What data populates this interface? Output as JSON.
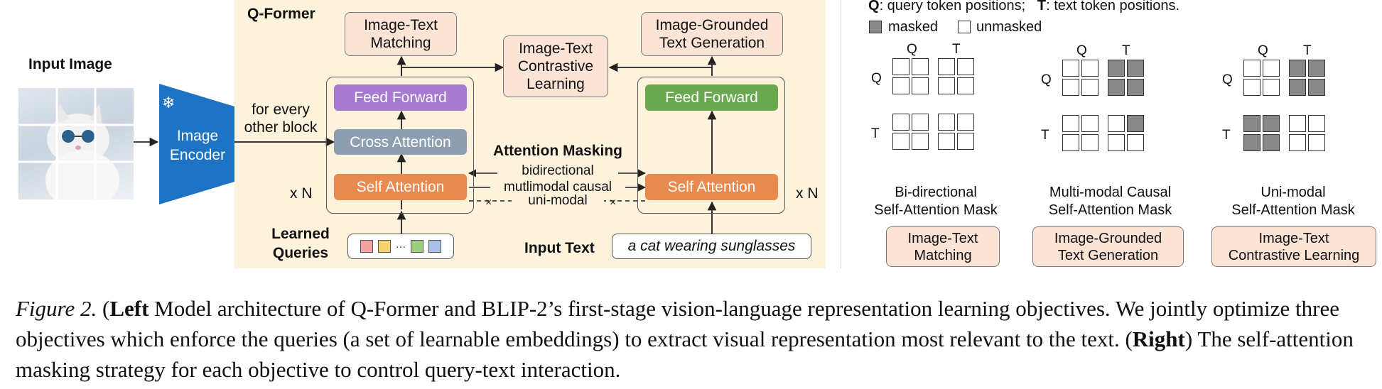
{
  "left": {
    "input_image_label": "Input Image",
    "qformer_title": "Q-Former",
    "image_encoder": [
      "Image",
      "Encoder"
    ],
    "for_every_other_block": [
      "for every",
      "other block"
    ],
    "xN": "x N",
    "objectives": {
      "itm": [
        "Image-Text",
        "Matching"
      ],
      "itc": [
        "Image-Text",
        "Contrastive",
        "Learning"
      ],
      "itg": [
        "Image-Grounded",
        "Text Generation"
      ]
    },
    "query_branch": {
      "feed_forward": "Feed Forward",
      "cross_attention": "Cross Attention",
      "self_attention": "Self Attention"
    },
    "text_branch": {
      "feed_forward": "Feed Forward",
      "self_attention": "Self Attention"
    },
    "attention_masking": {
      "title": "Attention Masking",
      "bidirectional": "bidirectional",
      "multimodal_causal": "mutlimodal causal",
      "unimodal": "uni-modal"
    },
    "learned_queries": [
      "Learned",
      "Queries"
    ],
    "query_colors": [
      "#f4a4a0",
      "#f5d26a",
      "#9ccf82",
      "#a7c0e8"
    ],
    "ellipsis": "···",
    "input_text_label": "Input Text",
    "input_text_value": "a cat wearing sunglasses"
  },
  "right": {
    "legend_line1_q": "Q",
    "legend_line1_q_desc": ": query token positions;",
    "legend_line1_t": "T",
    "legend_line1_t_desc": ": text token positions.",
    "legend_masked": "masked",
    "legend_unmasked": "unmasked",
    "masks": [
      {
        "caption": [
          "Bi-directional",
          "Self-Attention Mask"
        ],
        "objective": [
          "Image-Text",
          "Matching"
        ],
        "pattern": [
          [
            0,
            0,
            0,
            0
          ],
          [
            0,
            0,
            0,
            0
          ],
          [
            0,
            0,
            0,
            0
          ],
          [
            0,
            0,
            0,
            0
          ]
        ]
      },
      {
        "caption": [
          "Multi-modal Causal",
          "Self-Attention Mask"
        ],
        "objective": [
          "Image-Grounded",
          "Text Generation"
        ],
        "pattern": [
          [
            0,
            0,
            1,
            1
          ],
          [
            0,
            0,
            1,
            1
          ],
          [
            0,
            0,
            0,
            1
          ],
          [
            0,
            0,
            0,
            0
          ]
        ]
      },
      {
        "caption": [
          "Uni-modal",
          "Self-Attention Mask"
        ],
        "objective": [
          "Image-Text",
          "Contrastive Learning"
        ],
        "pattern": [
          [
            0,
            0,
            1,
            1
          ],
          [
            0,
            0,
            1,
            1
          ],
          [
            1,
            1,
            0,
            0
          ],
          [
            1,
            1,
            0,
            0
          ]
        ]
      }
    ],
    "axis_q": "Q",
    "axis_t": "T"
  },
  "caption": {
    "figure": "Figure 2.",
    "left_word": "Left",
    "text1": " Model architecture of Q-Former and BLIP-2’s first-stage vision-language representation learning objectives. We jointly optimize three objectives which enforce the queries (a set of learnable embeddings) to extract visual representation most relevant to the text. (",
    "right_word": "Right",
    "text2": ") The self-attention masking strategy for each objective to control query-text interaction."
  },
  "colors": {
    "qformer_bg": "#fdf3dc",
    "encoder_blue": "#1f73c5",
    "feed_forward_purple": "#a67ad0",
    "feed_forward_green": "#6aa84f",
    "cross_attention_gray": "#8d9eb0",
    "self_attention_orange": "#e8894f",
    "objective_peach": "#fbe3d6",
    "masked_gray": "#888888"
  }
}
